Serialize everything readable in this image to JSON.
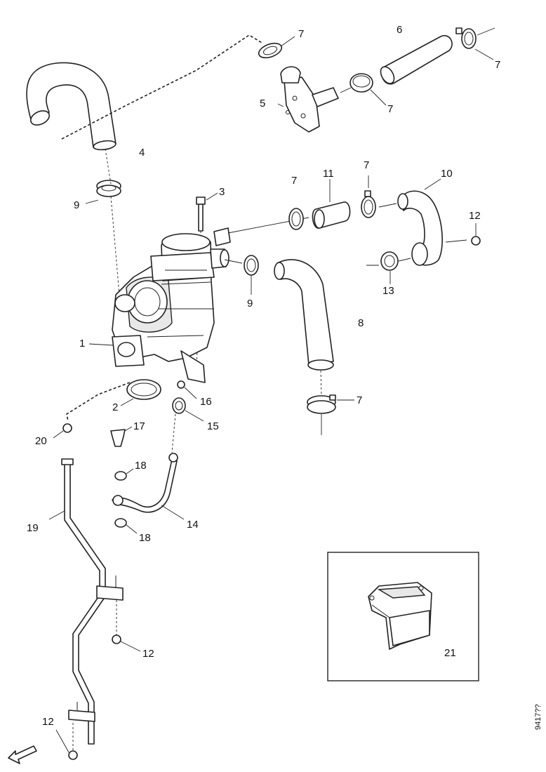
{
  "diagram": {
    "reference_code": "9417??",
    "callouts": {
      "c1": "1",
      "c2": "2",
      "c3": "3",
      "c4": "4",
      "c5": "5",
      "c6": "6",
      "c7a": "7",
      "c7b": "7",
      "c7c": "7",
      "c7d": "7",
      "c7e": "7",
      "c7f": "7",
      "c8": "8",
      "c9a": "9",
      "c9b": "9",
      "c10": "10",
      "c11": "11",
      "c12a": "12",
      "c12b": "12",
      "c12c": "12",
      "c13": "13",
      "c14": "14",
      "c15": "15",
      "c16": "16",
      "c17": "17",
      "c18a": "18",
      "c18b": "18",
      "c19": "19",
      "c20": "20",
      "c21": "21"
    }
  }
}
